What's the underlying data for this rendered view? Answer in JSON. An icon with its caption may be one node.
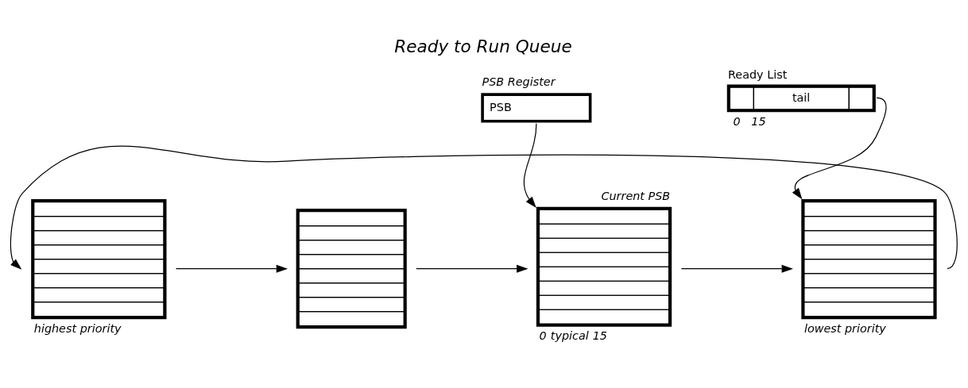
{
  "diagram": {
    "title": "Ready to Run Queue",
    "nodes": [
      {
        "text": [
          "Ready List",
          "tail"
        ],
        "beside": [
          "0",
          "15"
        ]
      },
      {
        "text": [
          "PSB Register",
          "PSB"
        ]
      },
      {
        "text": [],
        "shape": "box",
        "beside": [
          "highest priority"
        ]
      },
      {
        "text": [],
        "shape": "box"
      },
      {
        "text": [
          "Current PSB"
        ],
        "beside": [
          "0",
          "typical",
          "15"
        ]
      },
      {
        "text": [],
        "shape": "box",
        "beside": [
          "lowest priority"
        ]
      }
    ],
    "edges": [
      {
        "from": 0,
        "to": 5,
        "arrow": "to"
      },
      {
        "from": 1,
        "to": 4,
        "arrow": "to"
      },
      {
        "from": 2,
        "to": 3,
        "arrow": "to"
      },
      {
        "from": 3,
        "to": 4,
        "arrow": "to"
      },
      {
        "from": 4,
        "to": 5,
        "arrow": "to"
      },
      {
        "from": 5,
        "to": 2,
        "arrow": "to"
      }
    ]
  }
}
